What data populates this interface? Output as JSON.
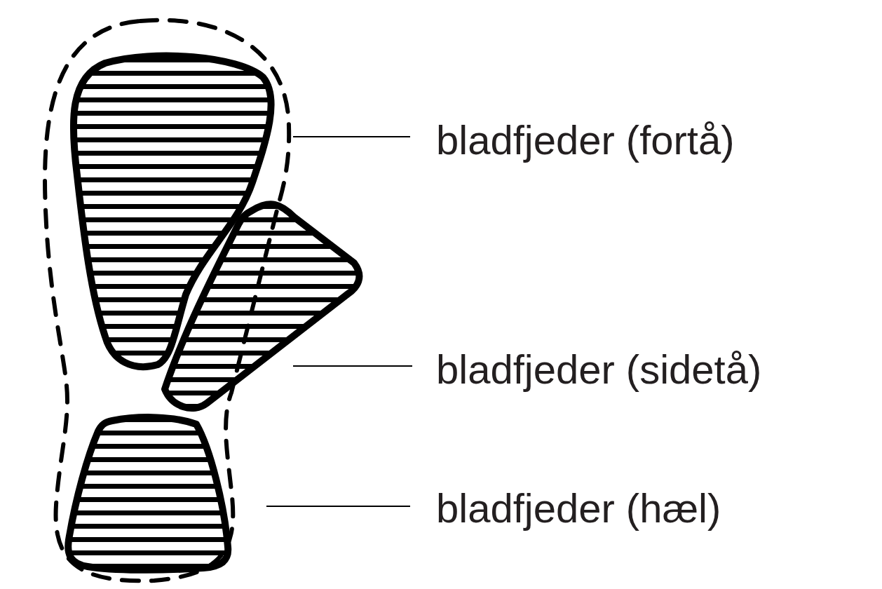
{
  "diagram": {
    "labels": [
      "bladfjeder (fortå)",
      "bladfjeder (sidetå)",
      "bladfjeder (hæl)"
    ]
  }
}
